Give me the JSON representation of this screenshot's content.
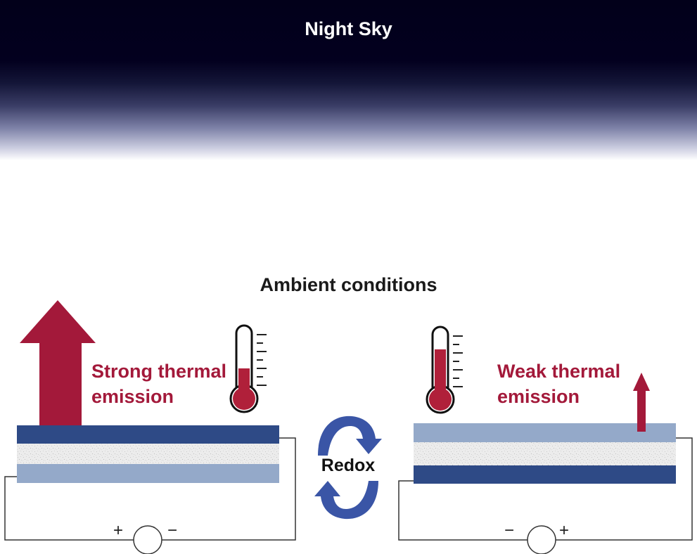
{
  "sky": {
    "label": "Night Sky"
  },
  "ambient": {
    "label": "Ambient conditions"
  },
  "left_device": {
    "emission_line1": "Strong thermal",
    "emission_line2": "emission",
    "plus_sign": "+",
    "minus_sign": "−",
    "thermometer_level": 0.4
  },
  "right_device": {
    "emission_line1": "Weak thermal",
    "emission_line2": "emission",
    "plus_sign": "+",
    "minus_sign": "−",
    "thermometer_level": 0.72
  },
  "redox": {
    "label": "Redox"
  },
  "colors": {
    "emission_red": "#a3193a",
    "dark_blue_layer": "#2e4a86",
    "light_blue_layer": "#94a9c9",
    "redox_arrow_blue": "#3a55a6",
    "thermometer_red": "#b0203a"
  }
}
